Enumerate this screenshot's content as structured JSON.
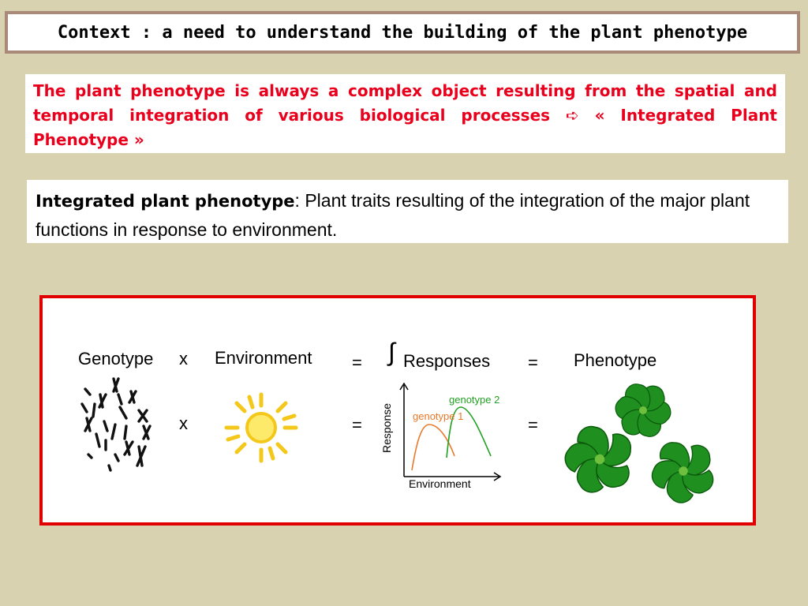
{
  "title": "Context : a need to understand the building of the plant phenotype",
  "intro": {
    "text": "The plant phenotype is always a complex object resulting from the spatial and temporal integration of various biological processes ➪ « Integrated Plant Phenotype »"
  },
  "definition": {
    "term": "Integrated plant phenotype",
    "text": ": Plant traits resulting of the integration of the major plant functions in response to environment."
  },
  "equation": {
    "genotype": "Genotype",
    "times": "x",
    "environment": "Environment",
    "equals": "=",
    "integral": "∫",
    "responses": "Responses",
    "phenotype": "Phenotype"
  },
  "graph": {
    "ylabel": "Response",
    "xlabel": "Environment",
    "series": [
      {
        "name": "genotype 1",
        "color": "#e8792a"
      },
      {
        "name": "genotype 2",
        "color": "#22a022"
      }
    ]
  },
  "icons": [
    "chromosomes-icon",
    "sun-icon",
    "plant-icon"
  ],
  "colors": {
    "background": "#d8d2b0",
    "title_border": "#a98a79",
    "intro_text": "#e8001c",
    "diagram_border": "#e00000",
    "leaf": "#1f8f1f"
  }
}
